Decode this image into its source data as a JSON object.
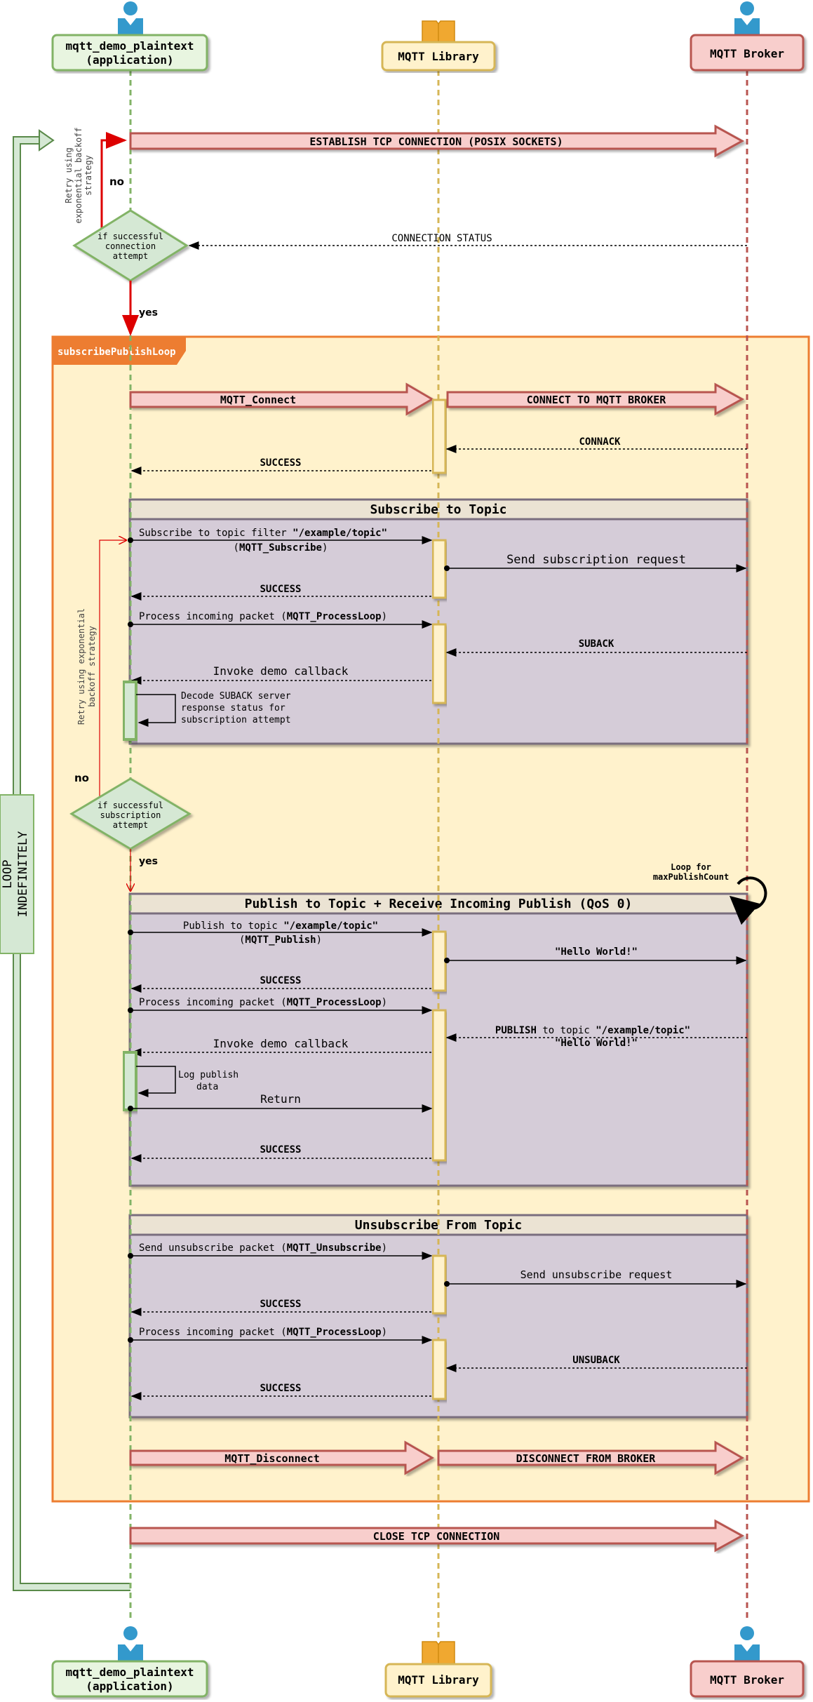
{
  "participants": {
    "app": {
      "line1": "mqtt_demo_plaintext",
      "line2": "(application)",
      "icon": "person-icon"
    },
    "lib": {
      "label": "MQTT Library",
      "icon": "book-icon"
    },
    "broker": {
      "label": "MQTT Broker",
      "icon": "person-icon"
    }
  },
  "loop": {
    "label_line1": "LOOP",
    "label_line2": "INDEFINITELY"
  },
  "tcp": {
    "establish": "ESTABLISH TCP CONNECTION (POSIX SOCKETS)",
    "status": "CONNECTION STATUS",
    "close": "CLOSE TCP CONNECTION"
  },
  "decision1": {
    "line1": "if successful",
    "line2": "connection",
    "line3": "attempt",
    "no": "no",
    "yes": "yes"
  },
  "retry1": {
    "line1": "Retry using",
    "line2": "exponential backoff",
    "line3": "strategy"
  },
  "frame": {
    "title": "subscribePublishLoop"
  },
  "connect": {
    "call": "MQTT_Connect",
    "broker": "CONNECT TO MQTT BROKER",
    "ack": "CONNACK",
    "success": "SUCCESS"
  },
  "subscribe": {
    "title": "Subscribe to Topic",
    "msg1_a": "Subscribe to topic filter ",
    "msg1_b": "\"/example/topic\"",
    "msg1_c": "(",
    "msg1_d": "MQTT_Subscribe",
    "msg1_e": ")",
    "request": "Send subscription request",
    "success": "SUCCESS",
    "process_a": "Process incoming packet (",
    "process_b": "MQTT_ProcessLoop",
    "process_c": ")",
    "suback": "SUBACK",
    "callback": "Invoke demo callback",
    "note1": "Decode SUBACK server",
    "note2": "response status for",
    "note3": "subscription attempt"
  },
  "decision2": {
    "line1": "if successful",
    "line2": "subscription",
    "line3": "attempt",
    "no": "no",
    "yes": "yes"
  },
  "retry2": {
    "line1": "Retry using exponential",
    "line2": "backoff strategy"
  },
  "publish": {
    "title": "Publish to Topic + Receive Incoming Publish (QoS 0)",
    "loop_note1": "Loop for",
    "loop_note2": "maxPublishCount",
    "msg1_a": "Publish to topic ",
    "msg1_b": "\"/example/topic\"",
    "msg1_c": "(",
    "msg1_d": "MQTT_Publish",
    "msg1_e": ")",
    "hello": "\"Hello World!\"",
    "success": "SUCCESS",
    "process_a": "Process incoming packet (",
    "process_b": "MQTT_ProcessLoop",
    "process_c": ")",
    "incoming_a": "PUBLISH",
    "incoming_b": " to topic ",
    "incoming_c": "\"/example/topic\"",
    "incoming_d": "\"Hello World!\"",
    "callback": "Invoke demo callback",
    "note1": "Log publish",
    "note2": "data",
    "return": "Return",
    "success2": "SUCCESS"
  },
  "unsubscribe": {
    "title": "Unsubscribe From Topic",
    "msg_a": "Send unsubscribe packet (",
    "msg_b": "MQTT_Unsubscribe",
    "msg_c": ")",
    "request": "Send unsubscribe request",
    "success": "SUCCESS",
    "process_a": "Process incoming packet (",
    "process_b": "MQTT_ProcessLoop",
    "process_c": ")",
    "unsuback": "UNSUBACK",
    "success2": "SUCCESS"
  },
  "disconnect": {
    "call": "MQTT_Disconnect",
    "broker": "DISCONNECT FROM BROKER"
  },
  "colors": {
    "app_border": "#82b366",
    "app_fill": "#e8f5e0",
    "lib_border": "#d6b656",
    "lib_fill": "#fff2cc",
    "broker_border": "#b85450",
    "broker_fill": "#f8cecc",
    "frame_border": "#ed7d31",
    "frame_fill": "#fff2cc",
    "fragment_fill": "#d5ccd8",
    "icon": "#3399cc"
  }
}
